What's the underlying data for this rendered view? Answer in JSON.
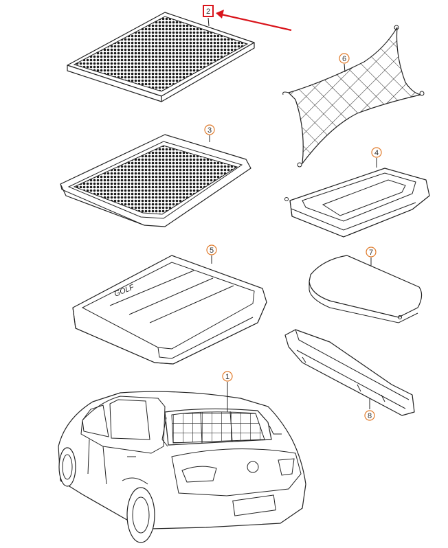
{
  "parts": [
    {
      "id": "part-1",
      "label": "1",
      "description": "luggage-compartment-net"
    },
    {
      "id": "part-2",
      "label": "2",
      "description": "rubber-floor-mat",
      "highlighted": true
    },
    {
      "id": "part-3",
      "label": "3",
      "description": "luggage-tray-with-mat"
    },
    {
      "id": "part-4",
      "label": "4",
      "description": "parcel-shelf"
    },
    {
      "id": "part-5",
      "label": "5",
      "description": "luggage-tray"
    },
    {
      "id": "part-6",
      "label": "6",
      "description": "cargo-net"
    },
    {
      "id": "part-7",
      "label": "7",
      "description": "cover-cushion"
    },
    {
      "id": "part-8",
      "label": "8",
      "description": "roller-blind-cover"
    }
  ],
  "tray_lettering": "GOLF",
  "colors": {
    "callout_ring": "#e07a2a",
    "highlight": "#d9141b",
    "line": "#222222"
  }
}
